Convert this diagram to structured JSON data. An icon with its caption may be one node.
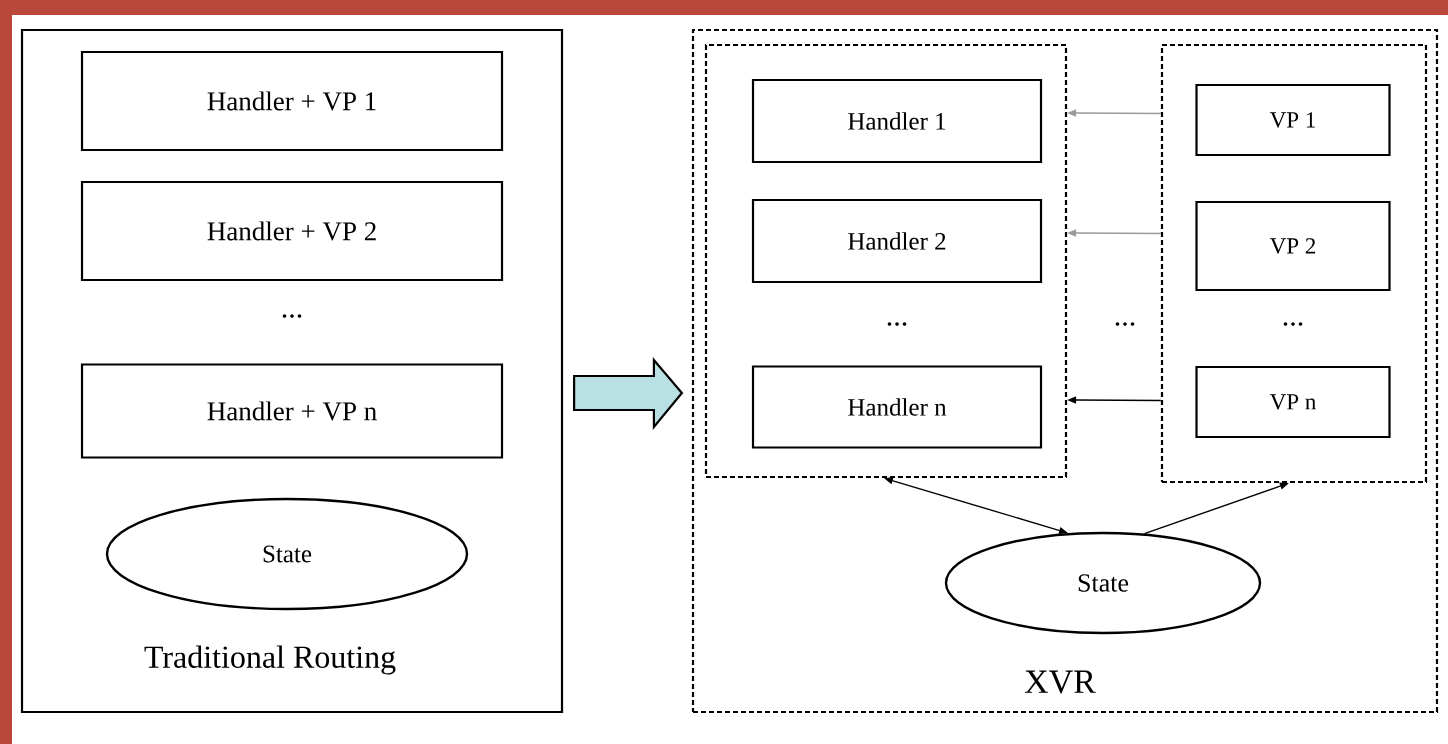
{
  "diagram": {
    "nodes": [
      {
        "text": [
          "Traditional Routing"
        ]
      },
      {
        "text": [
          "Handler + VP 1"
        ],
        "in": 0
      },
      {
        "text": [
          "Handler + VP 2"
        ],
        "in": 0
      },
      {
        "text": [
          "Handler + VP n"
        ],
        "in": 0
      },
      {
        "text": [
          "State"
        ],
        "in": 0
      },
      {
        "text": [
          "XVR"
        ]
      },
      {
        "text": [],
        "shape": "box",
        "in": 5
      },
      {
        "text": [
          "Handler 1"
        ],
        "in": 6
      },
      {
        "text": [
          "Handler 2"
        ],
        "in": 6
      },
      {
        "text": [
          "Handler n"
        ],
        "in": 6
      },
      {
        "text": [],
        "shape": "box",
        "in": 5
      },
      {
        "text": [
          "VP 1"
        ],
        "in": 10
      },
      {
        "text": [
          "VP 2"
        ],
        "in": 10
      },
      {
        "text": [
          "VP n"
        ],
        "in": 10
      },
      {
        "text": [
          "State"
        ],
        "in": 5
      }
    ],
    "edges": [
      {
        "from": 0,
        "to": 5,
        "arrow": "to",
        "style": "thick",
        "color": "#b9e0e2"
      },
      {
        "from": 10,
        "to": 6,
        "arrow": "to",
        "color": "#999999"
      },
      {
        "from": 10,
        "to": 6,
        "arrow": "to",
        "color": "#999999"
      },
      {
        "from": 10,
        "to": 6,
        "arrow": "to"
      },
      {
        "from": 6,
        "to": 14,
        "arrow": "both"
      },
      {
        "from": 14,
        "to": 10,
        "arrow": "to"
      }
    ],
    "labels": [
      "...",
      "...",
      "...",
      "..."
    ]
  }
}
